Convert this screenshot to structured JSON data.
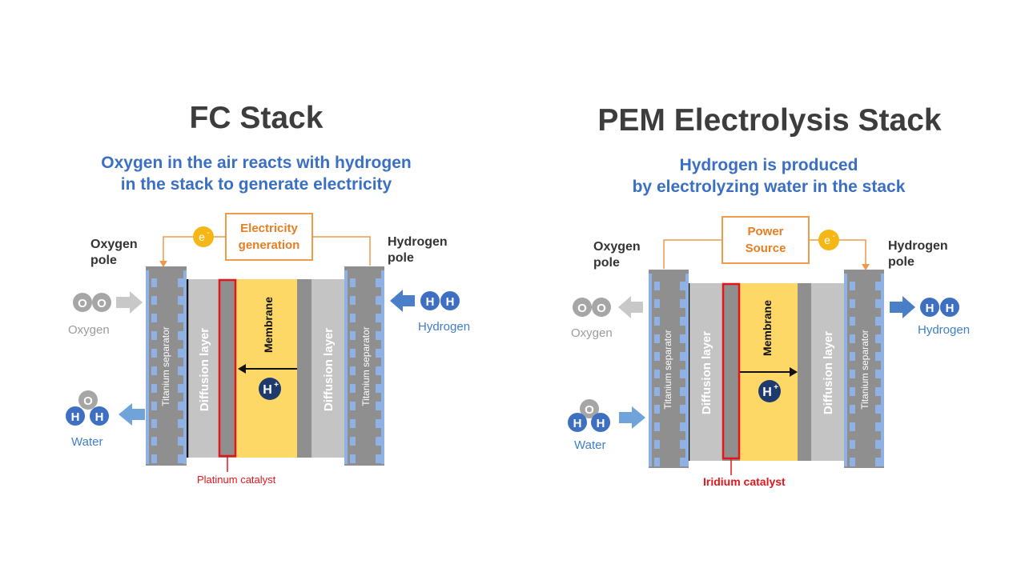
{
  "fc": {
    "title": "FC Stack",
    "subtitle_line1": "Oxygen in the air reacts with hydrogen",
    "subtitle_line2": "in the stack to generate electricity",
    "box_line1": "Electricity",
    "box_line2": "generation",
    "electron": "e",
    "electron_charge": "-",
    "oxygen_pole_line1": "Oxygen",
    "oxygen_pole_line2": "pole",
    "hydrogen_pole_line1": "Hydrogen",
    "hydrogen_pole_line2": "pole",
    "oxygen_label": "Oxygen",
    "hydrogen_label": "Hydrogen",
    "water_label": "Water",
    "separator_label": "Titanium separator",
    "diffusion_label": "Diffusion layer",
    "membrane_label": "Membrane",
    "proton": "H",
    "proton_charge": "+",
    "atom_o": "O",
    "atom_h": "H",
    "catalyst_label": "Platinum catalyst"
  },
  "pem": {
    "title": "PEM Electrolysis Stack",
    "subtitle_line1": "Hydrogen is produced",
    "subtitle_line2": "by electrolyzing water in the stack",
    "box_line1": "Power",
    "box_line2": "Source",
    "electron": "e",
    "electron_charge": "-",
    "oxygen_pole_line1": "Oxygen",
    "oxygen_pole_line2": "pole",
    "hydrogen_pole_line1": "Hydrogen",
    "hydrogen_pole_line2": "pole",
    "oxygen_label": "Oxygen",
    "hydrogen_label": "Hydrogen",
    "water_label": "Water",
    "separator_label": "Titanium separator",
    "diffusion_label": "Diffusion layer",
    "membrane_label": "Membrane",
    "proton": "H",
    "proton_charge": "+",
    "atom_o": "O",
    "atom_h": "H",
    "catalyst_label": "Iridium catalyst"
  },
  "colors": {
    "title": "#3d3d3d",
    "subtitle": "#3a6fc4",
    "separator": "#8f8f8f",
    "separator_channel": "#8fb1e3",
    "diffusion": "#c4c4c4",
    "catalyst_fill": "#8f8f8f",
    "catalyst_border": "#e4151b",
    "membrane": "#fdd867",
    "wire": "#ef9a4a",
    "electron": "#f5b716",
    "proton": "#1f3b6e",
    "hydrogen_atom": "#3e6fc1",
    "oxygen_gray": "#a6a6a6",
    "arrow_blue": "#4a7ec7",
    "arrow_lightblue": "#6fa3d9",
    "arrow_gray": "#c8c8c8"
  }
}
